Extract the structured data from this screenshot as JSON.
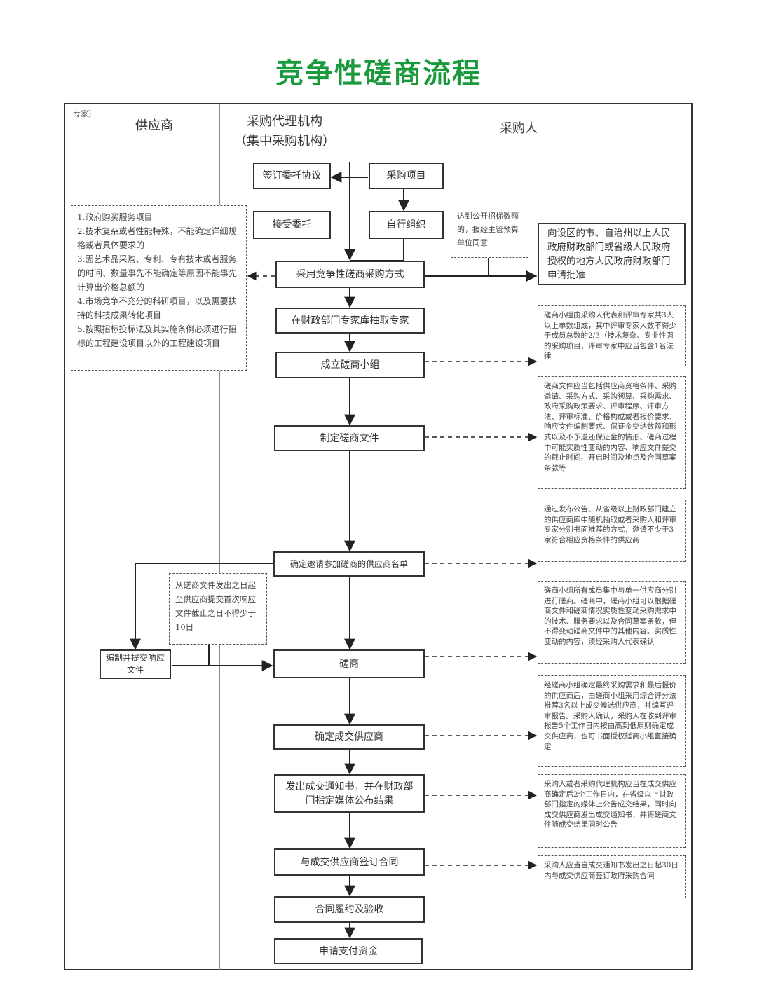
{
  "title": "竞争性磋商流程",
  "corner_text": "专家）",
  "lanes": {
    "supplier": "供应商",
    "agency_line1": "采购代理机构",
    "agency_line2": "（集中采购机构）",
    "purchaser": "采购人"
  },
  "boxes": {
    "sign_agreement": "签订委托协议",
    "procurement_project": "采购项目",
    "accept_entrust": "接受委托",
    "self_organize": "自行组织",
    "adopt_method": "采用竞争性磋商采购方式",
    "draw_experts": "在财政部门专家库抽取专家",
    "form_group": "成立磋商小组",
    "make_documents": "制定磋商文件",
    "determine_list": "确定邀请参加磋商的供应商名单",
    "prepare_response": "编制并提交响应文件",
    "negotiate": "磋商",
    "determine_supplier": "确定成交供应商",
    "issue_notice": "发出成交通知书，并在财政部门指定媒体公布结果",
    "sign_contract": "与成交供应商签订合同",
    "perform_contract": "合同履约及验收",
    "apply_payment": "申请支付资金",
    "approval_application": "向设区的市、自治州以上人民政府财政部门或省级人民政府授权的地方人民政府财政部门申请批准"
  },
  "notes": {
    "applicable_items": [
      "1.政府购买服务项目",
      "2.技术复杂或者性能特殊，不能确定详细规格或者具体要求的",
      "3.因艺术品采购、专利、专有技术或者服务的时间、数量事先不能确定等原因不能事先计算出价格总额的",
      "4.市场竞争不充分的科研项目，以及需要扶持的科技成果转化项目",
      "5.按照招标投标法及其实施条例必须进行招标的工程建设项目以外的工程建设项目"
    ],
    "threshold": "达到公开招标数额的，报经主管预算单位同意",
    "group_composition": "磋商小组由采购人代表和评审专家共3人以上单数组成，其中评审专家人数不得少于成员总数的2/3（技术复杂、专业性强的采购项目，评审专家中应当包含1名法律",
    "document_content": "磋商文件应当包括供应商资格条件、采购邀请、采购方式、采购预算、采购需求、政府采购政策要求、评审程序、评审方法、评审标准、价格构成或者报价要求、响应文件编制要求、保证金交纳数额和形式以及不予退还保证金的情形、磋商过程中可能实质性变动的内容、响应文件提交的截止时间、开启时间及地点及合同草案条款等",
    "invite_method": "通过发布公告、从省级以上财政部门建立的供应商库中随机抽取或者采购人和评审专家分别书面推荐的方式，邀请不少于3家符合相应资格条件的供应商",
    "deadline": "从磋商文件发出之日起至供应商提交首次响应文件截止之日不得少于10日",
    "negotiation_rules": "磋商小组所有成员集中与单一供应商分别进行磋商。磋商中，磋商小组可以根据磋商文件和磋商情况实质性变动采购需求中的技术、服务要求以及合同草案条款，但不得变动磋商文件中的其他内容。实质性变动的内容，须经采购人代表确认",
    "selection_rules": "经磋商小组确定最终采购需求和最后报价的供应商后，由磋商小组采用综合评分法推荐3名以上成交候选供应商，并编写评审报告。采购人确认，采购人在收到评审报告5个工作日内按由高到低原则确定成交供应商，也可书面授权磋商小组直接确定",
    "announcement_rules": "采购人或者采购代理机构应当在成交供应商确定后2个工作日内，在省级以上财政部门指定的媒体上公告成交结果，同时向成交供应商发出成交通知书，并将磋商文件随成交结果同时公告",
    "contract_rules": "采购人应当自成交通知书发出之日起30日内与成交供应商签订政府采购合同"
  },
  "colors": {
    "title": "#1a9a3c",
    "lane_divider": "#6c8fa3",
    "border": "#333333"
  }
}
